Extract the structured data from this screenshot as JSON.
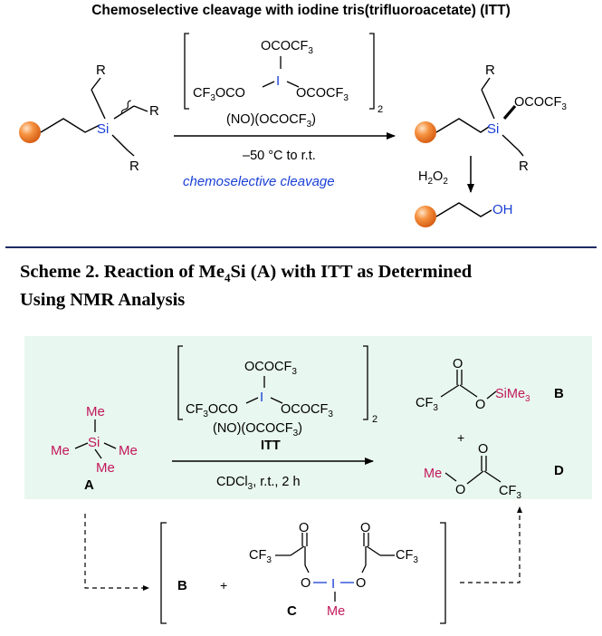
{
  "scheme1": {
    "title": "Chemoselective cleavage with iodine tris(trifluoroacetate) (ITT)",
    "reagent": {
      "top": "OCOCF",
      "top_sub": "3",
      "iodine": "I",
      "left_pre": "CF",
      "left_sub": "3",
      "left_post": "OCO",
      "right": "OCOCF",
      "right_sub": "3",
      "bracket_sub": "2"
    },
    "reagent2": "(NO)(OCOCF",
    "reagent2_sub": "3",
    "reagent2_post": ")",
    "conditions": "–50 °C to r.t.",
    "note": "chemoselective cleavage",
    "substrate": {
      "si": "Si",
      "r": "R"
    },
    "product": {
      "si": "Si",
      "r": "R",
      "ester": "OCOCF",
      "ester_sub": "3"
    },
    "oxidant_pre": "H",
    "oxidant_sub1": "2",
    "oxidant_mid": "O",
    "oxidant_sub2": "2",
    "final_oh": "OH"
  },
  "caption": {
    "line1_pre": "Scheme 2. Reaction of Me",
    "line1_sub": "4",
    "line1_post": "Si (A) with ITT as Determined",
    "line2": "Using NMR Analysis"
  },
  "scheme2": {
    "reagent": {
      "top": "OCOCF",
      "top_sub": "3",
      "iodine": "I",
      "left_pre": "CF",
      "left_sub": "3",
      "left_post": "OCO",
      "right": "OCOCF",
      "right_sub": "3",
      "bracket_sub": "2"
    },
    "reagent2": "(NO)(OCOCF",
    "reagent2_sub": "3",
    "reagent2_post": ")",
    "itt": "ITT",
    "conditions_pre": "CDCl",
    "conditions_sub": "3",
    "conditions_post": ", r.t., 2 h",
    "compound_a": {
      "si": "Si",
      "me": "Me",
      "label": "A"
    },
    "compound_b": {
      "o": "O",
      "cf": "CF",
      "cf_sub": "3",
      "simes": "SiMe",
      "simes_sub": "3",
      "label": "B"
    },
    "plus": "+",
    "compound_d": {
      "me": "Me",
      "o": "O",
      "cf": "CF",
      "cf_sub": "3",
      "label": "D"
    },
    "intermediate": {
      "b_label": "B",
      "plus": "+",
      "cf": "CF",
      "cf_sub": "3",
      "o": "O",
      "iodine": "I",
      "me": "Me",
      "label": "C"
    }
  },
  "colors": {
    "magenta": "#c2185b",
    "blue": "#1a3fd6",
    "panel": "#e8f7ef",
    "divider": "#1d2a63",
    "sphere": "#f07a28"
  }
}
